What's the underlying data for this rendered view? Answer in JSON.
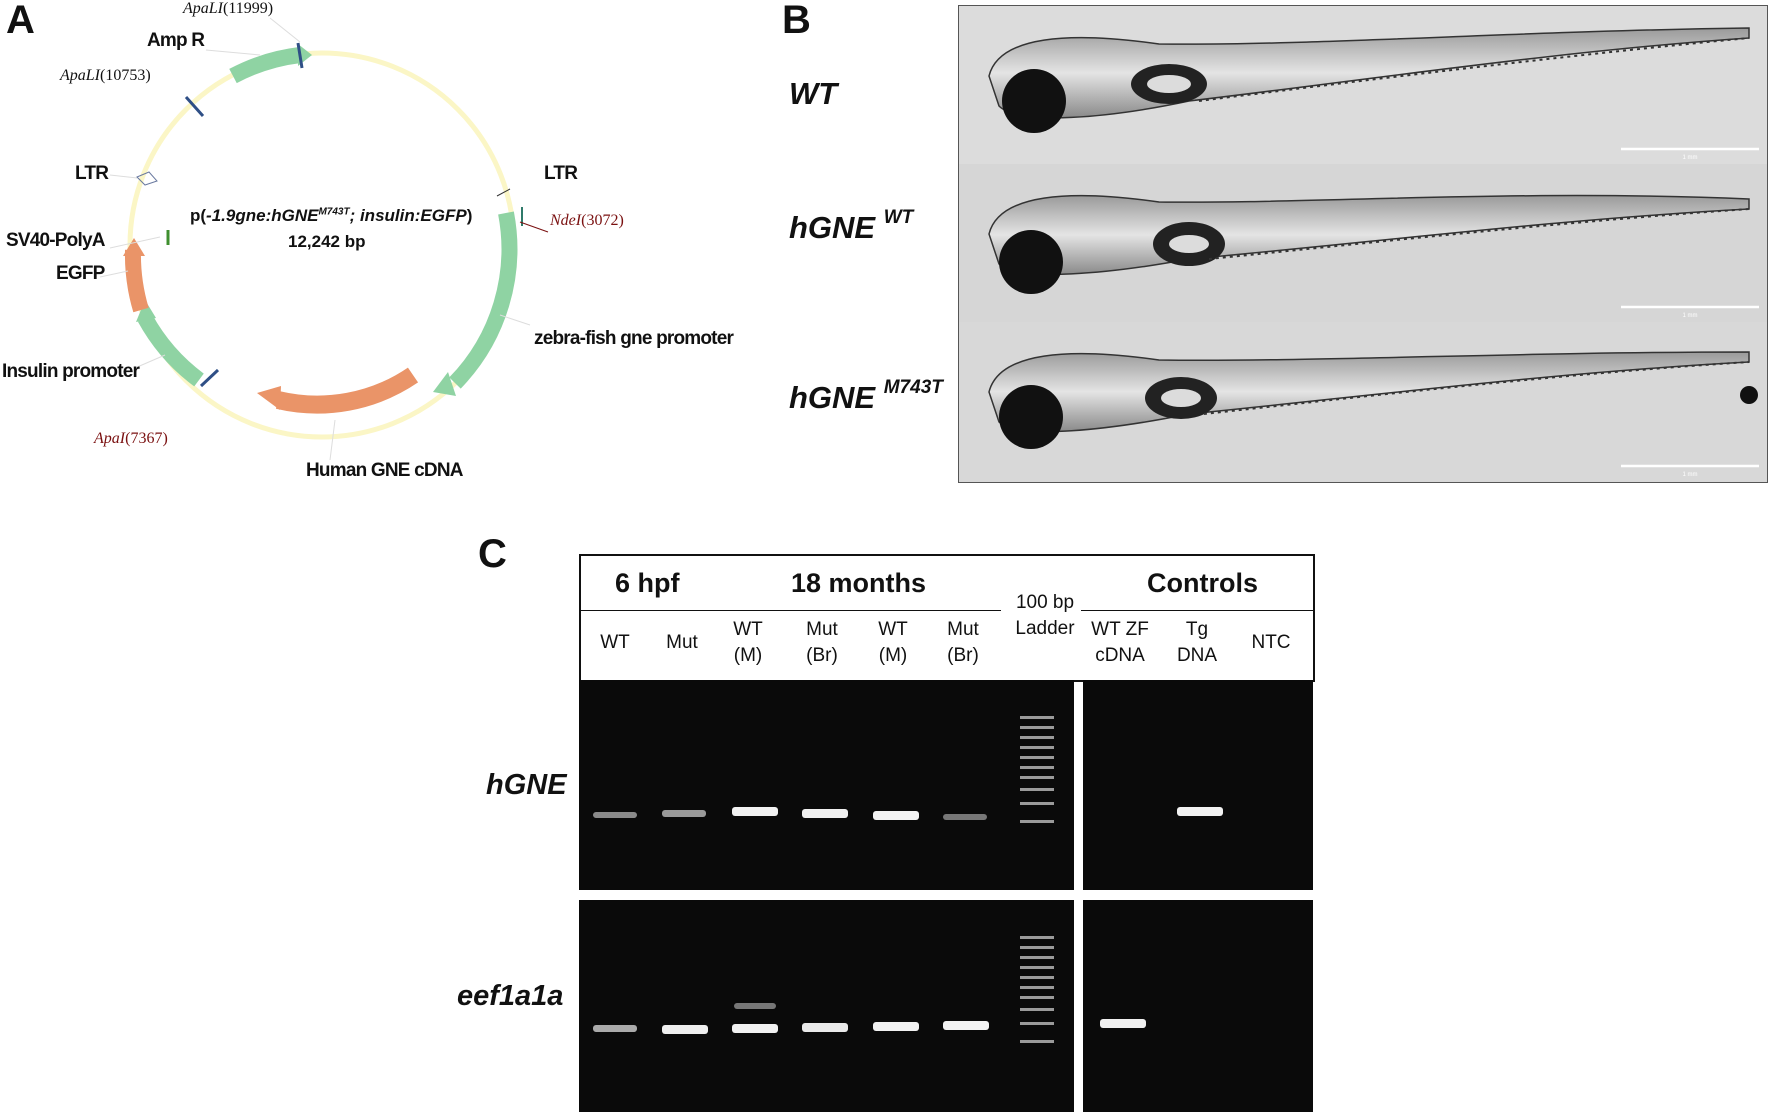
{
  "panels": {
    "a": "A",
    "b": "B",
    "c": "C"
  },
  "plasmid": {
    "title_prefix": "p(",
    "title_italic": "-1.9gne:hGNE",
    "title_sup": "M743T",
    "title_italic2": "; insulin:EGFP",
    "title_suffix": ")",
    "size": "12,242 bp",
    "features": {
      "amp_r": "Amp R",
      "ltr_left": "LTR",
      "ltr_right": "LTR",
      "sv40": "SV40-PolyA",
      "egfp": "EGFP",
      "insulin": "Insulin promoter",
      "human_gne": "Human GNE cDNA",
      "zf_promoter": "zebra-fish gne promoter"
    },
    "sites": {
      "apali_11999_name": "ApaLI",
      "apali_11999_pos": "(11999)",
      "apali_10753_name": "ApaLI",
      "apali_10753_pos": "(10753)",
      "ndei_name": "NdeI",
      "ndei_pos": "(3072)",
      "apai_name": "ApaI",
      "apai_pos": "(7367)"
    },
    "colors": {
      "backbone": "#fbf6c6",
      "green": "#8fd3a3",
      "orange": "#ea9468",
      "site_blue": "#2f4f86",
      "site_red": "#7a1010"
    }
  },
  "fish": {
    "rows": [
      {
        "label": "WT",
        "sup": ""
      },
      {
        "label": "hGNE ",
        "sup": "WT"
      },
      {
        "label": "hGNE ",
        "sup": "M743T"
      }
    ],
    "scale_text": "1 mm"
  },
  "gel": {
    "groups": {
      "g6hpf": "6 hpf",
      "g18m": "18 months",
      "ladder": "100 bp\nLadder",
      "controls": "Controls"
    },
    "lanes": [
      {
        "l1": "WT",
        "l2": ""
      },
      {
        "l1": "Mut",
        "l2": ""
      },
      {
        "l1": "WT",
        "l2": "(M)"
      },
      {
        "l1": "Mut",
        "l2": "(Br)"
      },
      {
        "l1": "WT",
        "l2": "(M)"
      },
      {
        "l1": "Mut",
        "l2": "(Br)"
      },
      {
        "l1": "WT ZF",
        "l2": "cDNA"
      },
      {
        "l1": "Tg",
        "l2": "DNA"
      },
      {
        "l1": "NTC",
        "l2": ""
      }
    ],
    "rows": {
      "hgne": "hGNE",
      "eef": "eef1a1a"
    }
  }
}
